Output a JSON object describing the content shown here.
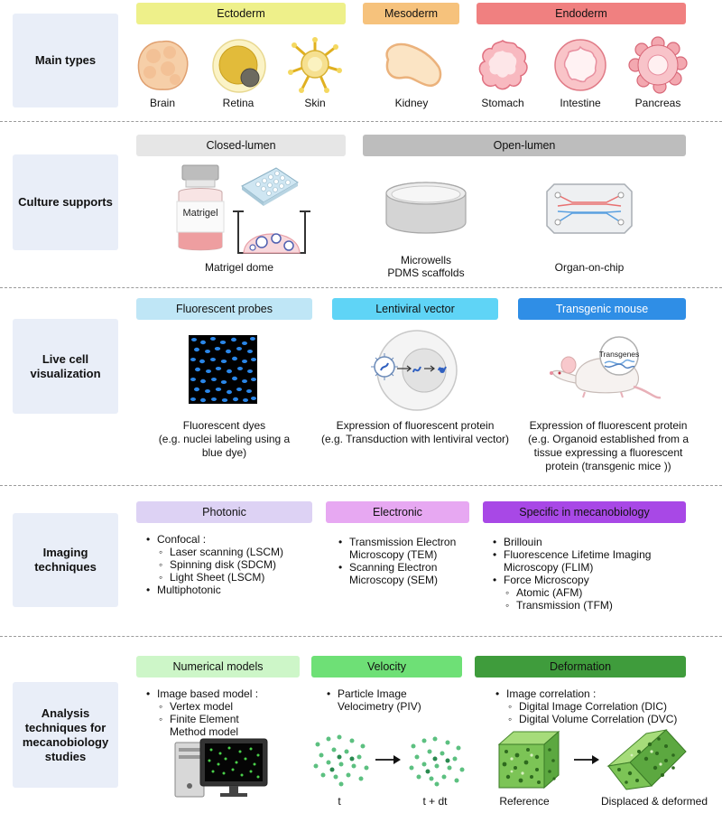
{
  "row_labels": {
    "main_types": "Main types",
    "culture_supports": "Culture supports",
    "live_line1": "Live cell",
    "live_line2": "visualization",
    "imaging": "Imaging techniques",
    "analysis": "Analysis techniques for mecanobiology studies"
  },
  "main_types": {
    "headers": {
      "ectoderm": "Ectoderm",
      "mesoderm": "Mesoderm",
      "endoderm": "Endoderm"
    },
    "organs": {
      "brain": "Brain",
      "retina": "Retina",
      "skin": "Skin",
      "kidney": "Kidney",
      "stomach": "Stomach",
      "intestine": "Intestine",
      "pancreas": "Pancreas"
    },
    "colors": {
      "ectoderm": "#eef08a",
      "mesoderm": "#f6c27c",
      "endoderm": "#f08080"
    }
  },
  "culture": {
    "closed": "Closed-lumen",
    "open": "Open-lumen",
    "matrigel_label": "Matrigel",
    "matrigel_dome": "Matrigel dome",
    "microwells_1": "Microwells",
    "microwells_2": "PDMS scaffolds",
    "organ_chip": "Organ-on-chip"
  },
  "live": {
    "probes": "Fluorescent probes",
    "lenti": "Lentiviral vector",
    "transgenic": "Transgenic mouse",
    "transgenes_label": "Transgenes",
    "cap1": [
      "Fluorescent dyes",
      "(e.g. nuclei labeling using a",
      "blue dye)"
    ],
    "cap2": [
      "Expression of fluorescent protein",
      "(e.g. Transduction with lentiviral vector)"
    ],
    "cap3": [
      "Expression of fluorescent protein",
      "(e.g. Organoid established from a",
      "tissue expressing a fluorescent",
      "protein (transgenic mice ))"
    ]
  },
  "imaging": {
    "photonic": "Photonic",
    "electronic": "Electronic",
    "specific": "Specific in mecanobiology",
    "photonic_items": [
      "Confocal :",
      "Laser scanning (LSCM)",
      "Spinning disk (SDCM)",
      "Light Sheet (LSCM)",
      "Multiphotonic"
    ],
    "electronic_items": [
      "Transmission Electron",
      "Microscopy (TEM)",
      "Scanning Electron",
      "Microscopy (SEM)"
    ],
    "specific_items": [
      "Brillouin",
      "Fluorescence Lifetime Imaging",
      "Microscopy (FLIM)",
      "Force Microscopy",
      "Atomic (AFM)",
      "Transmission (TFM)"
    ]
  },
  "analysis": {
    "numerical": "Numerical models",
    "velocity": "Velocity",
    "deformation": "Deformation",
    "numerical_items": [
      "Image based model :",
      "Vertex model",
      "Finite Element",
      "Method model"
    ],
    "velocity_items": [
      "Particle Image",
      "Velocimetry (PIV)"
    ],
    "deformation_items": [
      "Image correlation :",
      "Digital Image Correlation (DIC)",
      "Digital Volume Correlation (DVC)"
    ],
    "t": "t",
    "t_dt": "t + dt",
    "reference": "Reference",
    "displaced": "Displaced & deformed"
  }
}
